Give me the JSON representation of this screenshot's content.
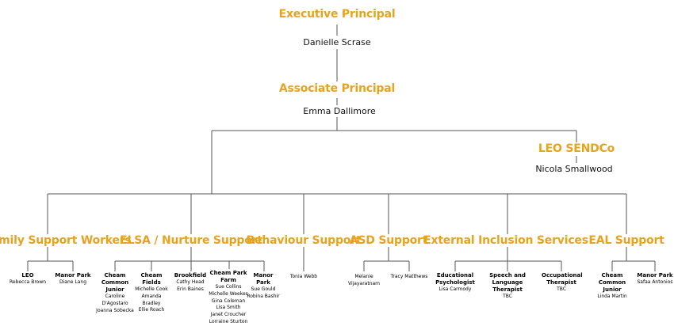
{
  "executive": {
    "title": "Executive Principal",
    "name": "Danielle Scrase"
  },
  "associate": {
    "title": "Associate Principal",
    "name": "Emma Dallimore"
  },
  "leo": {
    "title": "LEO SENDCo",
    "name": "Nicola Smallwood"
  },
  "colors": {
    "heading": "#e9a21c",
    "line": "#555555"
  },
  "groups": [
    {
      "title": "Family Support Workers",
      "units": [
        {
          "title": "LEO",
          "staff": [
            "Rebecca Brown"
          ]
        },
        {
          "title": "Manor Park",
          "staff": [
            "Diane Lang"
          ]
        }
      ]
    },
    {
      "title": "ELSA / Nurture Support",
      "units": [
        {
          "title": "Cheam Common Junior",
          "staff": [
            "Caroline D'Agostaro",
            "Joanna Sobecka"
          ]
        },
        {
          "title": "Cheam Fields",
          "staff": [
            "Michelle Cook",
            "Amanda Bradley",
            "Ellie Roach"
          ]
        },
        {
          "title": "Brookfield",
          "staff": [
            "Cathy Head",
            "Erin Baines"
          ]
        },
        {
          "title": "Cheam Park Farm",
          "staff": [
            "Sue Collins",
            "Michelle Weekes",
            "Gina Coleman",
            "Lisa Smith",
            "Janet Croucher",
            "Lorraine Sturton"
          ]
        },
        {
          "title": "Manor Park",
          "staff": [
            "Sue Gould",
            "Robina Bashir"
          ]
        }
      ]
    },
    {
      "title": "Behaviour Support",
      "units": [
        {
          "title": "",
          "staff": [
            "Tonia Webb"
          ]
        }
      ]
    },
    {
      "title": "ASD Support",
      "units": [
        {
          "title": "",
          "staff": [
            "Melanie Vijayaratnam"
          ]
        },
        {
          "title": "",
          "staff": [
            "Tracy Matthews"
          ]
        }
      ]
    },
    {
      "title": "External Inclusion Services",
      "units": [
        {
          "title": "Educational Psychologist",
          "staff": [
            "Lisa Carmody"
          ]
        },
        {
          "title": "Speech and Language Therapist",
          "staff": [
            "TBC"
          ]
        },
        {
          "title": "Occupational Therapist",
          "staff": [
            "TBC"
          ]
        }
      ]
    },
    {
      "title": "EAL Support",
      "units": [
        {
          "title": "Cheam Common Junior",
          "staff": [
            "Linda Martin"
          ]
        },
        {
          "title": "Manor Park",
          "staff": [
            "Safaa Antonios"
          ]
        }
      ]
    }
  ]
}
